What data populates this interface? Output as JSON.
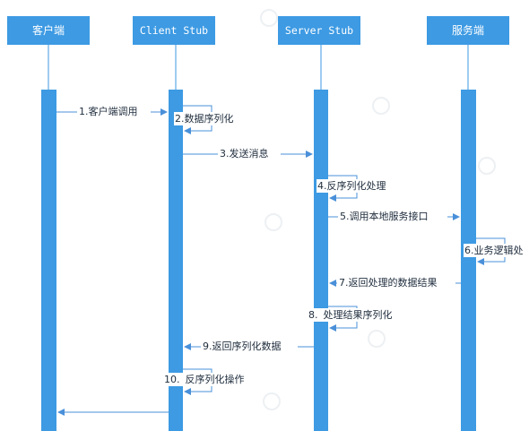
{
  "participants": [
    {
      "id": "client",
      "label": "客户端",
      "mono": false
    },
    {
      "id": "client_stub",
      "label": "Client Stub",
      "mono": true
    },
    {
      "id": "server_stub",
      "label": "Server Stub",
      "mono": true
    },
    {
      "id": "server",
      "label": "服务端",
      "mono": false
    }
  ],
  "messages": [
    {
      "step": "1.",
      "text": "客户端调用"
    },
    {
      "step": "2.",
      "text": "数据序列化"
    },
    {
      "step": "3.",
      "text": "发送消息"
    },
    {
      "step": "4.",
      "text": "反序列化处理"
    },
    {
      "step": "5.",
      "text": "调用本地服务接口"
    },
    {
      "step": "6.",
      "text": "业务逻辑处"
    },
    {
      "step": "7.",
      "text": "返回处理的数据结果"
    },
    {
      "step": "8.",
      "text": "处理结果序列化"
    },
    {
      "step": "9.",
      "text": "返回序列化数据"
    },
    {
      "step": "10.",
      "text": "反序列化操作"
    }
  ],
  "colors": {
    "header": "#3d9ae3",
    "lifeline_bar": "#3d9ae3",
    "arrow": "#4a90d9",
    "text": "#1f2d3d"
  }
}
